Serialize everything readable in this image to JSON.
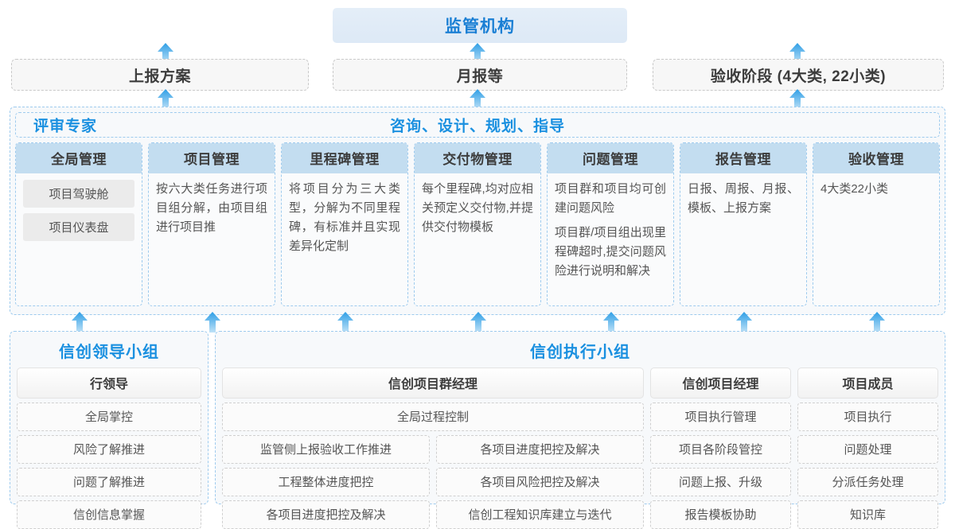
{
  "authority": {
    "label": "监管机构"
  },
  "deliverables": [
    {
      "label": "上报方案"
    },
    {
      "label": "月报等"
    },
    {
      "label": "验收阶段 (4大类, 22小类)"
    }
  ],
  "middle": {
    "left_title": "评审专家",
    "center_title": "咨询、设计、规划、指导",
    "columns": [
      {
        "title": "全局管理",
        "paragraphs": [],
        "pills": [
          "项目驾驶舱",
          "项目仪表盘"
        ]
      },
      {
        "title": "项目管理",
        "paragraphs": [
          "按六大类任务进行项目组分解，由项目组进行项目推"
        ],
        "pills": []
      },
      {
        "title": "里程碑管理",
        "paragraphs": [
          "将项目分为三大类型，分解为不同里程碑，有标准并且实现差异化定制"
        ],
        "pills": []
      },
      {
        "title": "交付物管理",
        "paragraphs": [
          "每个里程碑,均对应相关预定义交付物,并提供交付物模板"
        ],
        "pills": []
      },
      {
        "title": "问题管理",
        "paragraphs": [
          "项目群和项目均可创建问题风险",
          "项目群/项目组出现里程碑超时,提交问题风险进行说明和解决"
        ],
        "pills": []
      },
      {
        "title": "报告管理",
        "paragraphs": [
          "日报、周报、月报、模板、上报方案"
        ],
        "pills": []
      },
      {
        "title": "验收管理",
        "paragraphs": [
          "4大类22小类"
        ],
        "pills": []
      }
    ]
  },
  "bottom": {
    "leader_group": {
      "title": "信创领导小组",
      "role": "行领导",
      "tasks": [
        "全局掌控",
        "风险了解推进",
        "问题了解推进",
        "信创信息掌握"
      ]
    },
    "exec_group": {
      "title": "信创执行小组",
      "program_manager": {
        "role": "信创项目群经理",
        "full_width_task": "全局过程控制",
        "left_tasks": [
          "监管侧上报验收工作推进",
          "工程整体进度把控",
          "各项目进度把控及解决"
        ],
        "right_tasks": [
          "各项目进度把控及解决",
          "各项目风险把控及解决",
          "信创工程知识库建立与迭代"
        ]
      },
      "project_manager": {
        "role": "信创项目经理",
        "tasks": [
          "项目执行管理",
          "项目各阶段管控",
          "问题上报、升级",
          "报告模板协助"
        ]
      },
      "members": {
        "role": "项目成员",
        "tasks": [
          "项目执行",
          "问题处理",
          "分派任务处理",
          "知识库"
        ]
      }
    }
  },
  "colors": {
    "accent_blue": "#1a90e0",
    "header_fill": "#c3ddf0",
    "authority_fill": "#e4eef8",
    "arrow_blue": "#35a4e8",
    "dashed_grey": "#c9c9c9",
    "dashed_blue": "#9ecbee"
  },
  "arrows": {
    "top_row": [
      208,
      600,
      1002
    ],
    "mid_row": [
      100,
      267,
      434,
      601,
      768,
      935,
      1102
    ]
  }
}
